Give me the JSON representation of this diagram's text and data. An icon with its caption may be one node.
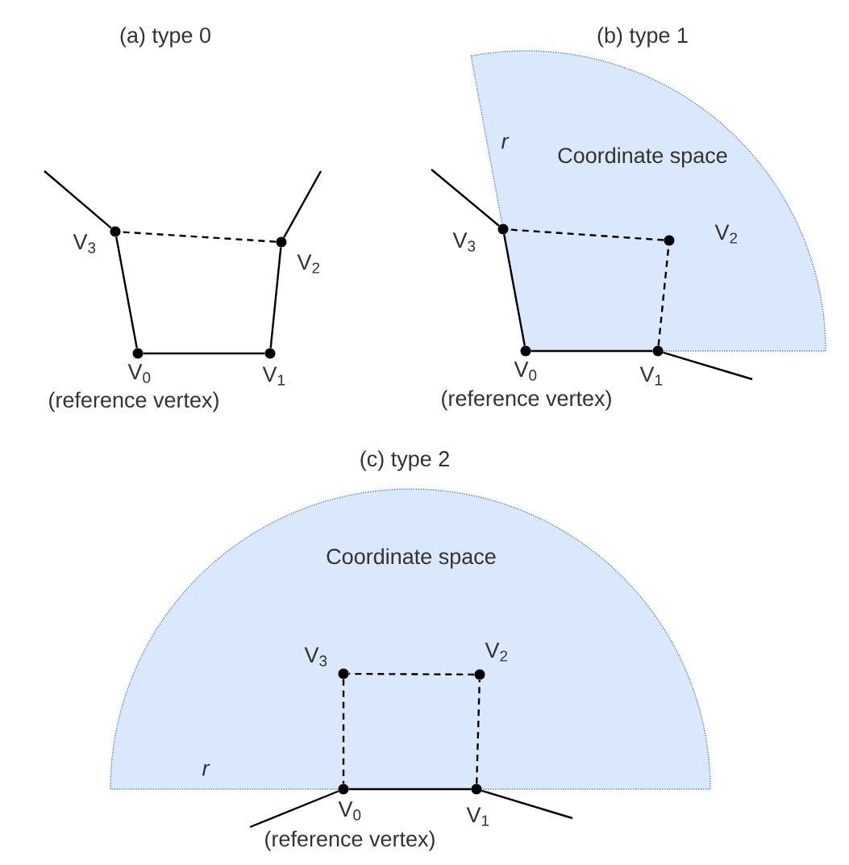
{
  "diagram": {
    "nodes": [
      {
        "text": [],
        "shape": "circle",
        "beside": [
          "V$_{3}$"
        ]
      },
      {
        "text": [],
        "shape": "circle",
        "beside": [
          "V$_{2}$"
        ]
      },
      {
        "text": [],
        "shape": "circle",
        "beside": [
          "V$_{0}$",
          "(reference vertex)"
        ]
      },
      {
        "text": [],
        "shape": "circle",
        "beside": [
          "V$_{1}$"
        ]
      },
      {
        "text": [
          "r",
          "Coordinate space"
        ]
      },
      {
        "text": [],
        "shape": "circle",
        "beside": [
          "V$_{3}$"
        ]
      },
      {
        "text": [],
        "shape": "circle",
        "beside": [
          "V$_{2}$"
        ],
        "in": 4
      },
      {
        "text": [],
        "shape": "circle",
        "beside": [
          "V$_{0}$",
          "(reference vertex)"
        ]
      },
      {
        "text": [],
        "shape": "circle",
        "beside": [
          "V$_{1}$"
        ]
      },
      {
        "text": [
          "Coordinate space",
          "r"
        ]
      },
      {
        "text": [],
        "shape": "circle",
        "beside": [
          "V$_{3}$"
        ],
        "in": 9
      },
      {
        "text": [],
        "shape": "circle",
        "beside": [
          "V$_{2}$"
        ],
        "in": 9
      },
      {
        "text": [],
        "shape": "circle",
        "beside": [
          "V$_{0}$",
          "(reference vertex)"
        ]
      },
      {
        "text": [],
        "shape": "circle",
        "beside": [
          "V$_{1}$"
        ]
      }
    ],
    "edges": [
      {
        "from": 2,
        "to": 3,
        "arrow": "none"
      },
      {
        "from": 3,
        "to": 1,
        "arrow": "none"
      },
      {
        "from": 1,
        "to": 0,
        "arrow": "none",
        "style": "dashed"
      },
      {
        "from": 0,
        "to": 2,
        "arrow": "none"
      },
      {
        "from": 0,
        "to": null,
        "arrow": "none"
      },
      {
        "from": 1,
        "to": null,
        "arrow": "none"
      },
      {
        "from": 7,
        "to": 8,
        "arrow": "none"
      },
      {
        "from": 8,
        "to": 6,
        "arrow": "none",
        "style": "dashed"
      },
      {
        "from": 6,
        "to": 5,
        "arrow": "none",
        "style": "dashed"
      },
      {
        "from": 5,
        "to": 7,
        "arrow": "none"
      },
      {
        "from": 5,
        "to": null,
        "arrow": "none"
      },
      {
        "from": 8,
        "to": null,
        "arrow": "none"
      },
      {
        "from": 12,
        "to": 13,
        "arrow": "none"
      },
      {
        "from": 13,
        "to": 11,
        "arrow": "none",
        "style": "dashed"
      },
      {
        "from": 11,
        "to": 10,
        "arrow": "none",
        "style": "dashed"
      },
      {
        "from": 10,
        "to": 12,
        "arrow": "none",
        "style": "dashed"
      },
      {
        "from": 12,
        "to": null,
        "arrow": "none"
      },
      {
        "from": 13,
        "to": null,
        "arrow": "none"
      }
    ],
    "labels": [
      "(a) type 0",
      "(b) type 1",
      "(c) type 2"
    ]
  }
}
